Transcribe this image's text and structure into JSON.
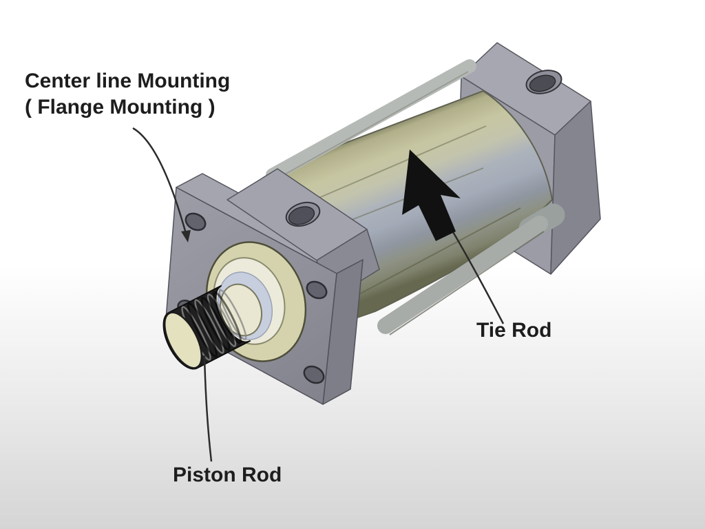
{
  "diagram": {
    "type": "labeled-part-diagram",
    "subject": "tie rod hydraulic cylinder with flange mounting",
    "labels": {
      "flange": {
        "line1": "Center line Mounting",
        "line2": "( Flange Mounting )"
      },
      "tie_rod": "Tie Rod",
      "piston_rod": "Piston Rod"
    },
    "colors": {
      "background_top": "#ffffff",
      "background_bottom": "#d5d5d5",
      "label_text": "#1d1d1d",
      "leader_line": "#2b2b2b",
      "cursor_black": "#111111",
      "cap_top": "#a7a7b1",
      "cap_front": "#9b9ca6",
      "cap_right": "#85858f",
      "head_top": "#a3a3ad",
      "head_side": "#8a8a94",
      "flange_top_strip": "#a5a5af",
      "flange_side": "#7e7e88",
      "hole_fill": "#63636d",
      "port_lip": "#8f8f99",
      "port_hole": "#50505a",
      "barrel_khaki": "#c7c6a2",
      "barrel_blue": "#a4abb8",
      "barrel_olive": "#8e9284",
      "tie_rod_gray": "#b6bab6",
      "tie_rod_bottom_gray": "#a8aca9",
      "ring_cream": "#d5d3ad",
      "ring_white": "#ecebdb",
      "ring_blue": "#c7cfdf",
      "ring_inner_cream": "#e9e7d1",
      "rod_thread_dark": "#202020",
      "rod_end_cream": "#e4e1bf"
    }
  }
}
